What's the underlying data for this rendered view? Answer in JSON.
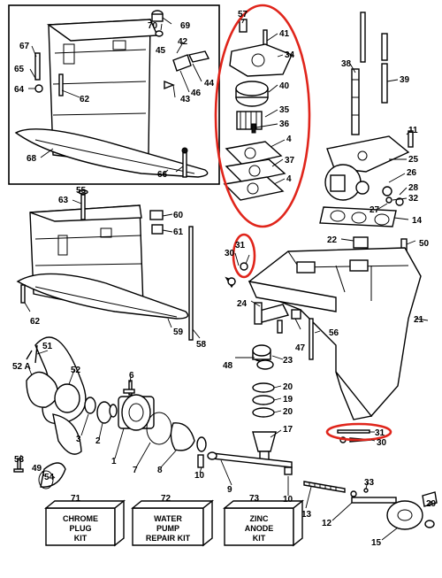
{
  "callouts": {
    "c1": "1",
    "c2": "2",
    "c3": "3",
    "c4a": "4",
    "c4b": "4",
    "c6": "6",
    "c7": "7",
    "c8": "8",
    "c9": "9",
    "c10a": "10",
    "c10b": "10",
    "c11": "11",
    "c12": "12",
    "c13": "13",
    "c14": "14",
    "c15": "15",
    "c17": "17",
    "c19": "19",
    "c20a": "20",
    "c20b": "20",
    "c21": "21",
    "c22": "22",
    "c23": "23",
    "c24": "24",
    "c25": "25",
    "c26": "26",
    "c27": "27",
    "c28": "28",
    "c29": "29",
    "c30a": "30",
    "c30b": "30",
    "c31a": "31",
    "c31b": "31",
    "c32": "32",
    "c33": "33",
    "c34": "34",
    "c35": "35",
    "c36": "36",
    "c37": "37",
    "c38": "38",
    "c39": "39",
    "c40": "40",
    "c41": "41",
    "c42": "42",
    "c43": "43",
    "c44": "44",
    "c45": "45",
    "c46": "46",
    "c47": "47",
    "c48": "48",
    "c49": "49",
    "c50": "50",
    "c51": "51",
    "c52": "52",
    "c52a": "52 A",
    "c53": "53",
    "c54": "54",
    "c55": "55",
    "c56": "56",
    "c57": "57",
    "c58": "58",
    "c59": "59",
    "c60": "60",
    "c61": "61",
    "c62a": "62",
    "c62b": "62",
    "c63": "63",
    "c64": "64",
    "c65": "65",
    "c66": "66",
    "c67": "67",
    "c68": "68",
    "c69": "69",
    "c70": "70",
    "c71": "71",
    "c72": "72",
    "c73": "73"
  },
  "kits": {
    "chrome_l1": "CHROME",
    "chrome_l2": "PLUG",
    "chrome_l3": "KIT",
    "water_l1": "WATER",
    "water_l2": "PUMP",
    "water_l3": "REPAIR KIT",
    "zinc_l1": "ZINC",
    "zinc_l2": "ANODE",
    "zinc_l3": "KIT"
  },
  "highlight_color": "#e0251b"
}
